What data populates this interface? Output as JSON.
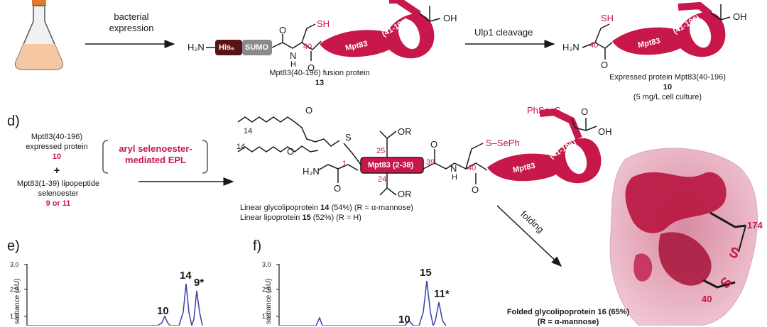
{
  "panel_c": {
    "arrow1_label_line1": "bacterial",
    "arrow1_label_line2": "expression",
    "h2n": "H₂N",
    "his_tag": "His₆",
    "sumo": "SUMO",
    "sh": "SH",
    "num_40": "40",
    "ribbon_label": "Mpt83",
    "ribbon_range": "(41-196)",
    "oh": "OH",
    "fusion_caption": "Mpt83(40-196) fusion protein",
    "fusion_number": "13",
    "arrow2_label": "Ulp1 cleavage",
    "num_174": "174",
    "expressed_caption": "Expressed protein Mpt83(40-196)",
    "expressed_number": "10",
    "expressed_yield": "(5 mg/L cell culture)"
  },
  "panel_d": {
    "label": "d)",
    "left_line1": "Mpt83(40-196)",
    "left_line2": "expressed protein",
    "left_number": "10",
    "plus": "+",
    "left_line3": "Mpt83(1-39) lipopeptide",
    "left_line4": "selenoester",
    "left_number2": "9 or 11",
    "method_line1": "aryl selenoester-",
    "method_line2": "mediated EPL",
    "chain_14a": "14",
    "chain_14b": "14",
    "s_atom": "S",
    "h2n": "H₂N",
    "num_1": "1",
    "box_label": "Mpt83 (2-38)",
    "num_25": "25",
    "num_24": "24",
    "num_39": "39",
    "or_top": "OR",
    "or_bottom": "OR",
    "ssephe": "S–SePh",
    "phse_s": "PhSe–S",
    "n_atom": "N",
    "h_atom": "H",
    "num_40": "40",
    "ribbon_label": "Mpt83",
    "ribbon_range": "(41-196)",
    "oh": "OH",
    "caption1_pre": "Linear glycolipoprotein ",
    "caption1_num": "14",
    "caption1_post": " (54%) (R = α-mannose)",
    "caption2_pre": "Linear lipoprotein ",
    "caption2_num": "15",
    "caption2_post": " (52%) (R = H)",
    "folding": "folding",
    "label_174": "174",
    "label_s1": "S",
    "label_s2": "S",
    "label_40": "40",
    "folded_caption": "Folded glycolipoprotein 16 (65%)",
    "folded_r": "(R = α-mannose)"
  },
  "panel_e": {
    "label": "e)",
    "ylabel": "sorbance (AU)",
    "ticks": [
      "3.0",
      "2.0",
      "1.0"
    ],
    "peak_10": "10",
    "peak_14": "14",
    "peak_9": "9*"
  },
  "panel_f": {
    "label": "f)",
    "ylabel": "sorbance (AU)",
    "ticks": [
      "3.0",
      "2.0",
      "1.0"
    ],
    "peak_15": "15",
    "peak_11": "11*",
    "peak_10": "10"
  },
  "colors": {
    "accent": "#c8174a",
    "his": "#5a1212",
    "sumo": "#888888",
    "trace": "#3a3fa8"
  }
}
